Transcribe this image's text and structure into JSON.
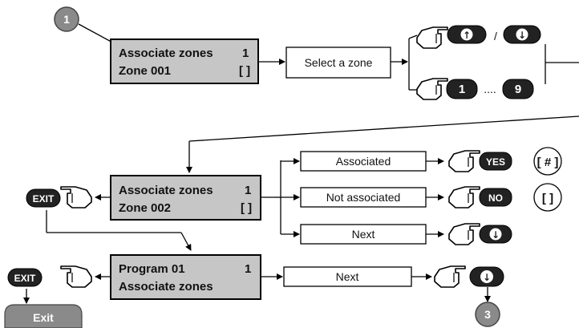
{
  "step_badges": {
    "start": "1",
    "end": "3"
  },
  "lcd_1": {
    "line1_left": "Associate zones",
    "line1_right": "1",
    "line2_left": "Zone 001",
    "line2_right": "[  ]"
  },
  "lcd_2": {
    "line1_left": "Associate zones",
    "line1_right": "1",
    "line2_left": "Zone 002",
    "line2_right": "[  ]"
  },
  "lcd_3": {
    "line1_left": "Program 01",
    "line1_right": "1",
    "line2_left": "Associate zones",
    "line2_right": ""
  },
  "boxes": {
    "select_zone": "Select a zone",
    "associated": "Associated",
    "not_associated": "Not associated",
    "next_1": "Next",
    "next_2": "Next"
  },
  "keys": {
    "up": "↑",
    "down": "↓",
    "slash": "/",
    "one": "1",
    "ellipsis": "....",
    "nine": "9",
    "yes": "YES",
    "no": "NO",
    "exit": "EXIT"
  },
  "indicators": {
    "associated": "[ # ]",
    "not_associated": "[   ]"
  },
  "exit_tab": "Exit",
  "colors": {
    "lcd_fill": "#c6c6c6",
    "key_fill": "#222222",
    "badge_fill": "#8a8a8a",
    "line": "#000000"
  }
}
